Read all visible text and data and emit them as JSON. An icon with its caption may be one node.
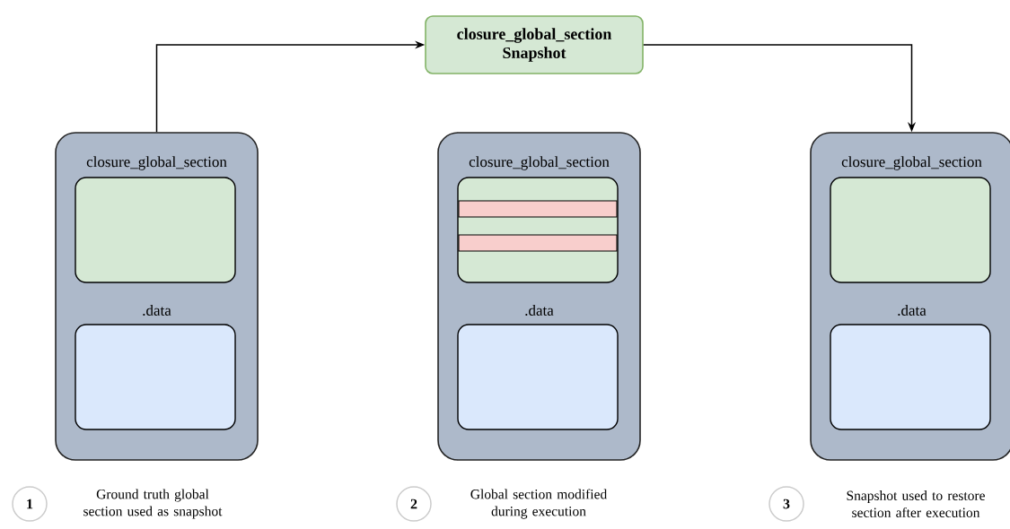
{
  "diagram": {
    "nodes": [
      {
        "text": [
          "closure_global_section Snapshot"
        ]
      },
      {
        "text": [
          "closure_global_section",
          ".data"
        ]
      },
      {
        "text": [],
        "shape": "box",
        "in": 1
      },
      {
        "text": [],
        "shape": "box",
        "in": 1
      },
      {
        "text": [
          "closure_global_section",
          ".data"
        ]
      },
      {
        "text": [],
        "shape": "box",
        "in": 4
      },
      {
        "text": [],
        "shape": "box",
        "in": 4
      },
      {
        "text": [
          "closure_global_section",
          ".data"
        ]
      },
      {
        "text": [],
        "shape": "box",
        "in": 7
      },
      {
        "text": [],
        "shape": "box",
        "in": 7
      },
      {
        "text": [
          "1"
        ],
        "beside": [
          "Ground truth global section used as snapshot"
        ]
      },
      {
        "text": [
          "2"
        ],
        "beside": [
          "Global section modified during execution"
        ]
      },
      {
        "text": [
          "3"
        ],
        "beside": [
          "Snapshot used to restore section after execution"
        ]
      }
    ],
    "edges": [
      {
        "from": 1,
        "to": 0,
        "arrow": "to"
      },
      {
        "from": 0,
        "to": 7,
        "arrow": "to"
      }
    ]
  }
}
